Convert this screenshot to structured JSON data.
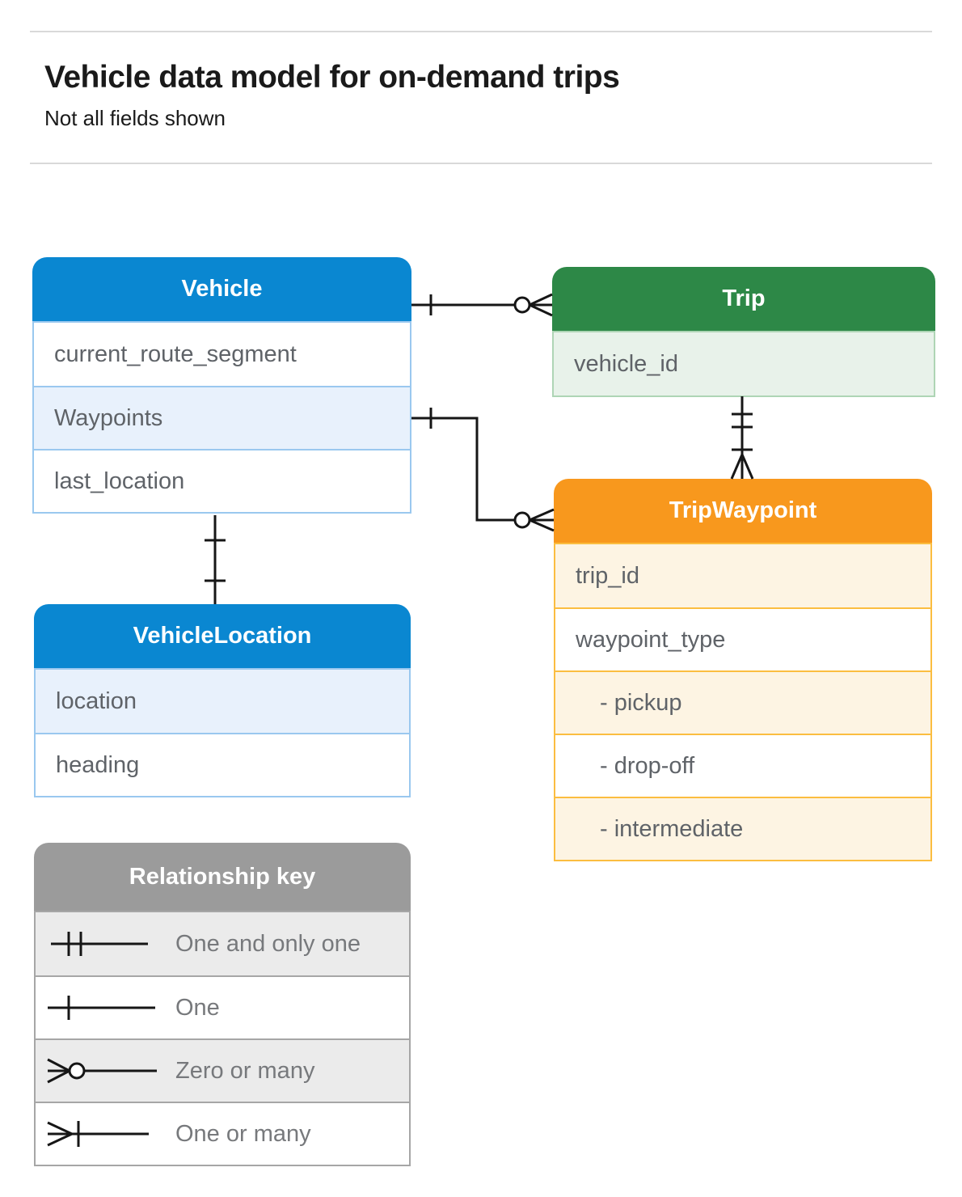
{
  "page": {
    "title": "Vehicle data model for on-demand trips",
    "subtitle": "Not all fields shown"
  },
  "colors": {
    "blue": "#0a87d1",
    "blue_row": "#e8f1fc",
    "blue_border": "#9ac8ef",
    "green": "#2d8847",
    "green_row": "#e8f2ea",
    "green_border": "#aed5b5",
    "orange": "#f8981d",
    "orange_row": "#fdf4e3",
    "orange_border": "#fbbd40",
    "gray": "#9b9b9b",
    "gray_row": "#ebebeb",
    "gray_border": "#a6a6a6",
    "line": "#161616",
    "field_text": "#5f6368",
    "legend_text": "#77797c",
    "title_text": "#1a1a1a",
    "rule": "#d9d9d9"
  },
  "entities": {
    "vehicle": {
      "title": "Vehicle",
      "fields": [
        "current_route_segment",
        "Waypoints",
        "last_location"
      ]
    },
    "trip": {
      "title": "Trip",
      "fields": [
        "vehicle_id"
      ]
    },
    "trip_waypoint": {
      "title": "TripWaypoint",
      "fields": [
        "trip_id",
        "waypoint_type",
        "- pickup",
        "- drop-off",
        "- intermediate"
      ]
    },
    "vehicle_location": {
      "title": "VehicleLocation",
      "fields": [
        "location",
        "heading"
      ]
    }
  },
  "relationships": [
    {
      "from": "Vehicle",
      "to": "Trip",
      "from_cardinality": "one",
      "to_cardinality": "zero-or-many"
    },
    {
      "from": "Vehicle.Waypoints",
      "to": "TripWaypoint",
      "from_cardinality": "one",
      "to_cardinality": "zero-or-many"
    },
    {
      "from": "Trip",
      "to": "TripWaypoint",
      "from_cardinality": "one-and-only-one",
      "to_cardinality": "one-or-many"
    },
    {
      "from": "Vehicle",
      "to": "VehicleLocation",
      "from_cardinality": "one",
      "to_cardinality": "one"
    }
  ],
  "legend": {
    "title": "Relationship key",
    "items": [
      {
        "symbol": "one-and-only-one",
        "label": "One and only one"
      },
      {
        "symbol": "one",
        "label": "One"
      },
      {
        "symbol": "zero-or-many",
        "label": "Zero or many"
      },
      {
        "symbol": "one-or-many",
        "label": "One or many"
      }
    ]
  }
}
